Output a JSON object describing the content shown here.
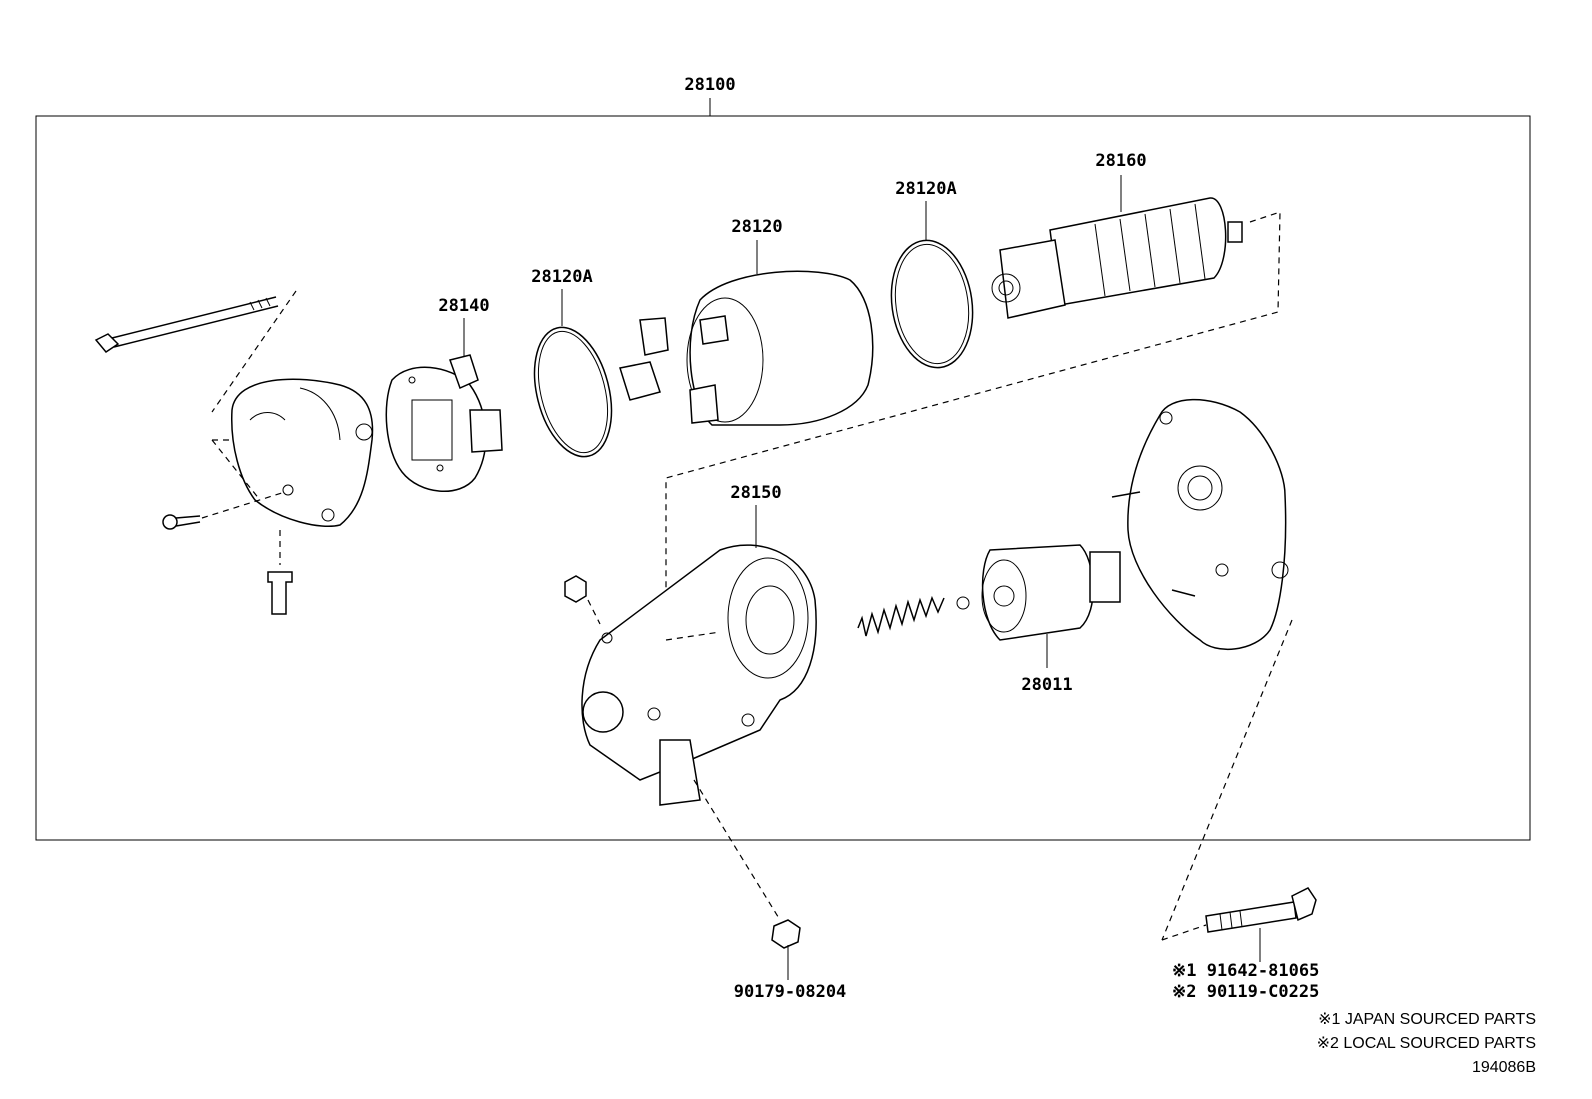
{
  "labels": {
    "assembly": "28100",
    "armature": "28160",
    "oring_right": "28120A",
    "yoke": "28120",
    "oring_left": "28120A",
    "brush_holder": "28140",
    "housing": "28150",
    "clutch": "28011",
    "nut": "90179-08204",
    "bolt_japan": "※1 91642-81065",
    "bolt_local": "※2 90119-C0225"
  },
  "notes": {
    "note1": "※1 JAPAN SOURCED PARTS",
    "note2": "※2 LOCAL SOURCED PARTS",
    "drawing_id": "194086B"
  }
}
